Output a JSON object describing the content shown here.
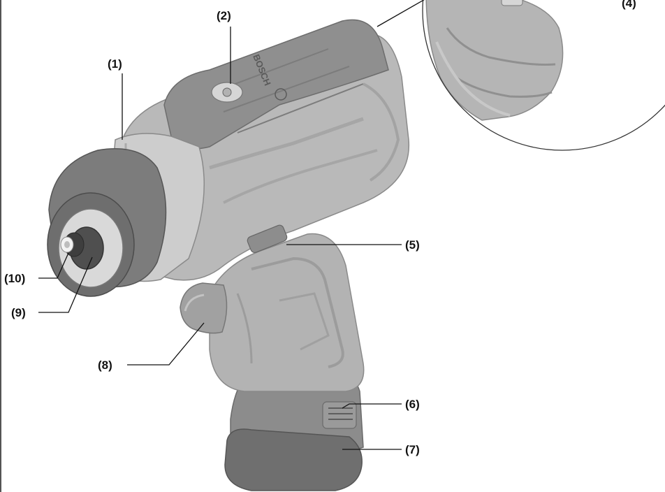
{
  "brand_text": "BOSCH",
  "callouts": [
    {
      "id": "1",
      "text": "(1)"
    },
    {
      "id": "2",
      "text": "(2)"
    },
    {
      "id": "4",
      "text": "(4)"
    },
    {
      "id": "5",
      "text": "(5)"
    },
    {
      "id": "6",
      "text": "(6)"
    },
    {
      "id": "7",
      "text": "(7)"
    },
    {
      "id": "8",
      "text": "(8)"
    },
    {
      "id": "9",
      "text": "(9)"
    },
    {
      "id": "10",
      "text": "(10)"
    }
  ],
  "colors": {
    "body_light": "#b7b7b7",
    "body_mid": "#a3a3a3",
    "body_dark": "#7f7f7f",
    "body_darker": "#6e6e6e",
    "outline": "#8a8a8a",
    "label": "#111111"
  }
}
